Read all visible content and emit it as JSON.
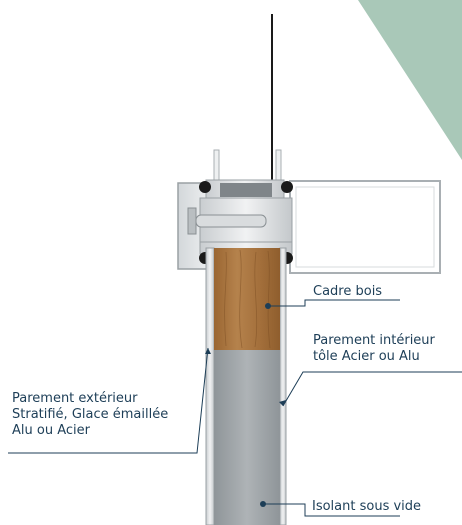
{
  "labels": {
    "wood_frame": "Cadre bois",
    "inner_facing": {
      "line1": "Parement intérieur",
      "line2": "tôle Acier ou Alu"
    },
    "outer_facing": {
      "line1": "Parement extérieur",
      "line2": "Stratifié, Glace émaillée",
      "line3": "Alu ou Acier"
    },
    "insulation": "Isolant sous vide"
  },
  "colors": {
    "accent_triangle": "#a9c8b8",
    "leader_lines": "#1d3e57",
    "insulation": "#9da3a6",
    "wood": "#a7743f",
    "seal": "#1a1a1a"
  }
}
